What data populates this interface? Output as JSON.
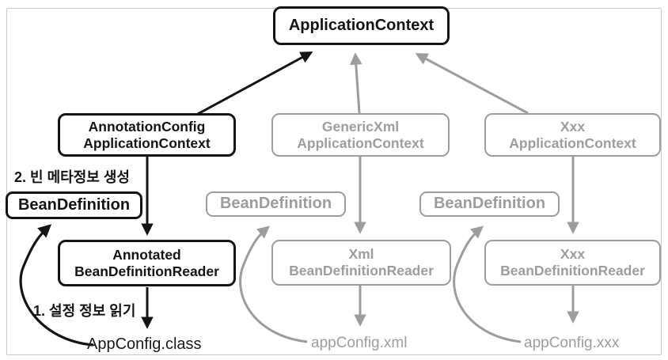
{
  "nodes": {
    "application_context": {
      "label": "ApplicationContext"
    },
    "annotation_config_context": {
      "line1": "AnnotationConfig",
      "line2": "ApplicationContext"
    },
    "generic_xml_context": {
      "line1": "GenericXml",
      "line2": "ApplicationContext"
    },
    "xxx_context": {
      "line1": "Xxx",
      "line2": "ApplicationContext"
    },
    "bean_definition_left": {
      "label": "BeanDefinition"
    },
    "bean_definition_mid": {
      "label": "BeanDefinition"
    },
    "bean_definition_right": {
      "label": "BeanDefinition"
    },
    "annotated_reader": {
      "line1": "Annotated",
      "line2": "BeanDefinitionReader"
    },
    "xml_reader": {
      "line1": "Xml",
      "line2": "BeanDefinitionReader"
    },
    "xxx_reader": {
      "line1": "Xxx",
      "line2": "BeanDefinitionReader"
    }
  },
  "annotations": {
    "step2": "2. 빈 메타정보 생성",
    "step1": "1. 설정 정보 읽기"
  },
  "files": {
    "app_config_class": "AppConfig.class",
    "app_config_xml": "appConfig.xml",
    "app_config_xxx": "appConfig.xxx"
  },
  "colors": {
    "active": "#141414",
    "inactive": "#9d9d9d",
    "frame": "#c9c9c9",
    "background": "#ffffff"
  }
}
